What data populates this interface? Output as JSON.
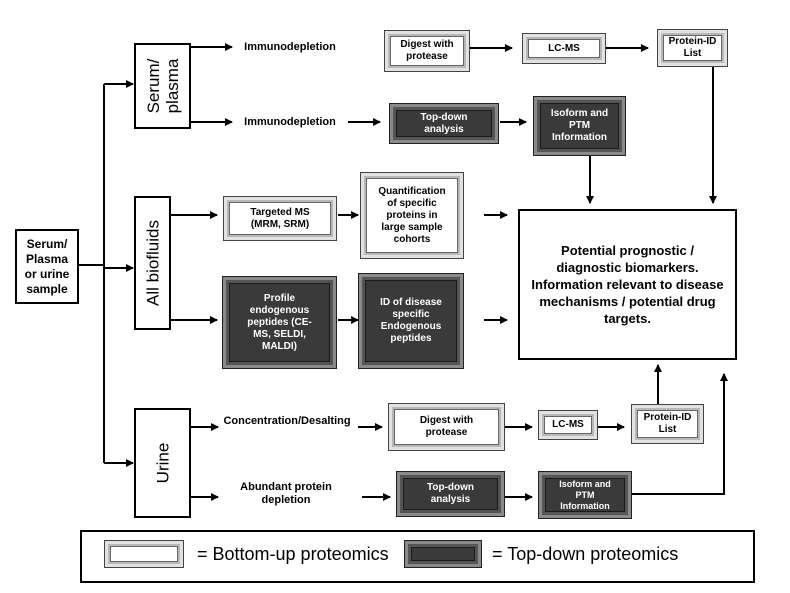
{
  "start": {
    "label": "Serum/\nPlasma\nor urine\nsample"
  },
  "groups": {
    "serum_plasma": "Serum/\nplasma",
    "all_biofluids": "All biofluids",
    "urine": "Urine"
  },
  "serum_bu": {
    "step_label": "Immunodepletion",
    "digest": "Digest with\nprotease",
    "lcms": "LC-MS",
    "protein_id": "Protein-ID\nList"
  },
  "serum_td": {
    "step_label": "Immunodepletion",
    "topdown": "Top-down\nanalysis",
    "isoform": "Isoform and\nPTM\nInformation"
  },
  "bio_bu": {
    "targeted": "Targeted MS\n(MRM, SRM)",
    "quant": "Quantification\nof specific\nproteins in\nlarge sample\ncohorts"
  },
  "bio_td": {
    "profile": "Profile\nendogenous\npeptides (CE-\nMS, SELDI,\nMALDI)",
    "id_disease": "ID of disease\nspecific\nEndogenous\npeptides"
  },
  "urine_bu": {
    "step_label": "Concentration/Desalting",
    "digest": "Digest with\nprotease",
    "lcms": "LC-MS",
    "protein_id": "Protein-ID\nList"
  },
  "urine_td": {
    "step_label": "Abundant protein\ndepletion",
    "topdown": "Top-down\nanalysis",
    "isoform": "Isoform and\nPTM\nInformation"
  },
  "outcome": "Potential prognostic /\ndiagnostic biomarkers.\nInformation relevant to disease\nmechanisms / potential drug\ntargets.",
  "legend": {
    "bottom_up": "= Bottom-up proteomics",
    "top_down": "= Top-down proteomics"
  }
}
